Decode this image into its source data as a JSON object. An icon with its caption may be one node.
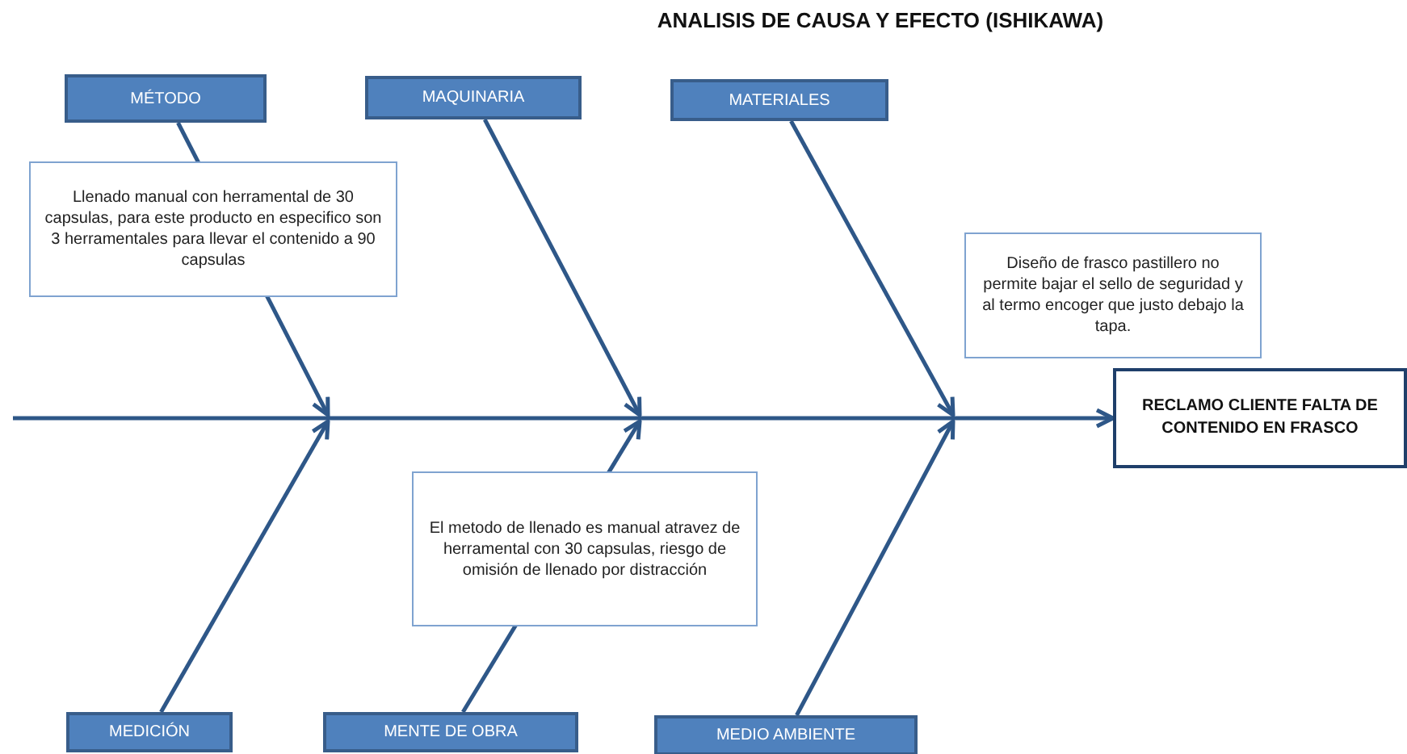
{
  "diagram": {
    "title": "ANALISIS DE CAUSA Y EFECTO (ISHIKAWA)",
    "nodes": [
      {
        "text": [
          "MÉTODO"
        ]
      },
      {
        "text": [
          "MAQUINARIA"
        ]
      },
      {
        "text": [
          "MATERIALES"
        ]
      },
      {
        "text": [
          "Llenado manual con herramental de 30 capsulas, para este producto en especifico son 3 herramentales para llevar el contenido a 90 capsulas"
        ]
      },
      {
        "text": [
          "Diseño de frasco pastillero no permite bajar el sello de seguridad y al termo encoger que justo debajo la tapa."
        ]
      },
      {
        "text": [
          "RECLAMO CLIENTE FALTA DE CONTENIDO EN FRASCO"
        ]
      },
      {
        "text": [
          "El metodo de llenado es manual atravez de herramental con 30 capsulas, riesgo de omisión de llenado por distracción"
        ]
      },
      {
        "text": [
          "MEDICIÓN"
        ]
      },
      {
        "text": [
          "MENTE DE OBRA"
        ]
      },
      {
        "text": [
          "MEDIO AMBIENTE"
        ]
      }
    ],
    "edges": [
      {
        "from": null,
        "to": 5,
        "arrow": "to"
      },
      {
        "from": 0,
        "to": null,
        "arrow": "to"
      },
      {
        "from": 1,
        "to": null,
        "arrow": "to"
      },
      {
        "from": 2,
        "to": null,
        "arrow": "to"
      },
      {
        "from": 7,
        "to": null,
        "arrow": "to"
      },
      {
        "from": 8,
        "to": null,
        "arrow": "to"
      },
      {
        "from": 9,
        "to": null,
        "arrow": "to"
      }
    ]
  }
}
